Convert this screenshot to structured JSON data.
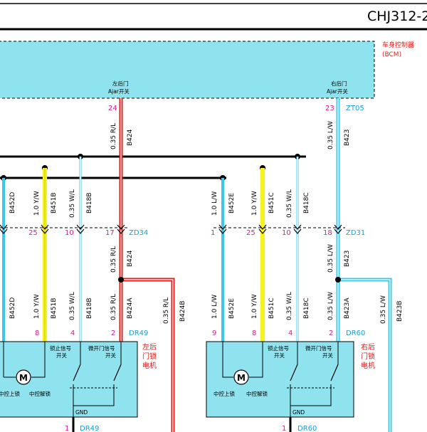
{
  "header": {
    "title": "CHJ312-2"
  },
  "bcm": {
    "label_line1": "车身控制器",
    "label_line2": "(BCM)",
    "left_port_line1": "左后门",
    "left_port_line2": "Ajar开关",
    "right_port_line1": "右后门",
    "right_port_line2": "Ajar开关"
  },
  "pins": {
    "bcm_left_pin": "24",
    "bcm_right_pin": "23",
    "bcm_right_conn": "ZT05",
    "zd34_conn": "ZD34",
    "zd31_conn": "ZD31",
    "left_pin_25": "25",
    "left_pin_10": "10",
    "left_pin_17": "17",
    "right_pin_1": "1",
    "right_pin_25": "25",
    "right_pin_10": "10",
    "right_pin_18": "18",
    "dr49_conn": "DR49",
    "dr60_conn": "DR60",
    "left_motor_pin_8": "8",
    "left_motor_pin_4": "4",
    "left_motor_pin_2": "2",
    "right_motor_pin_9": "9",
    "right_motor_pin_8": "8",
    "right_motor_pin_4": "4",
    "right_motor_pin_2": "2",
    "left_gnd_pin": "1",
    "right_gnd_pin": "1",
    "left_gnd_conn": "DR49",
    "right_gnd_conn": "DR60"
  },
  "wires": {
    "w_035rl_top": "0.35 R/L",
    "w_b424_top": "B424",
    "w_035lw_top": "0.35 L/W",
    "w_b423_top": "B423",
    "w_b452d": "B452D",
    "w_10yw_l_upper": "1.0 Y/W",
    "w_b451b_upper": "B451B",
    "w_035wl_l_upper": "0.35 W/L",
    "w_b418b_upper": "B418B",
    "w_10lw_r_upper": "1.0 L/W",
    "w_b452e_upper": "B452E",
    "w_10yw_r_upper": "1.0 Y/W",
    "w_b451c_upper": "B451C",
    "w_035wl_r_upper": "0.35 W/L",
    "w_b418c_upper": "B418C",
    "w_035rl_mid": "0.35 R/L",
    "w_b424_mid": "B424",
    "w_035lw_mid": "0.35 L/W",
    "w_b423_mid": "B423",
    "w_b452d_lower": "B452D",
    "w_10yw_l_lower": "1.0 Y/W",
    "w_b451b_lower": "B451B",
    "w_035wl_l_lower": "0.35 W/L",
    "w_b418b_lower": "B418B",
    "w_035rl_lower": "0.35 R/L",
    "w_b424a": "B424A",
    "w_035rl_branch": "0.35 R/L",
    "w_b424b": "B424B",
    "w_10lw_r_lower": "1.0 L/W",
    "w_b452e_lower": "B452E",
    "w_10yw_r_lower": "1.0 Y/W",
    "w_b451c_lower": "B451C",
    "w_035wl_r_lower": "0.35 W/L",
    "w_b418c_lower": "B418C",
    "w_035lw_lower": "0.35 L/W",
    "w_b423a": "B423A",
    "w_035lw_branch": "0.35 L/W",
    "w_b423b": "B423B"
  },
  "left_motor": {
    "title_line1": "左后",
    "title_line2": "门锁",
    "title_line3": "电机",
    "lock_sig_line1": "锁止信号",
    "lock_sig_line2": "开关",
    "ajar_sig_line1": "微开门信号",
    "ajar_sig_line2": "开关",
    "central_lock": "中控上锁",
    "central_unlock": "中控解锁",
    "gnd": "GND",
    "motor_symbol": "M"
  },
  "right_motor": {
    "title_line1": "右后",
    "title_line2": "门锁",
    "title_line3": "电机",
    "lock_sig_line1": "锁止信号",
    "lock_sig_line2": "开关",
    "ajar_sig_line1": "微开门信号",
    "ajar_sig_line2": "开关",
    "central_lock": "中控上锁",
    "central_unlock": "中控解锁",
    "gnd": "GND",
    "motor_symbol": "M"
  },
  "colors": {
    "cyan_fill": "#8fe3ee",
    "wire_cyan": "#3cc8e8",
    "wire_yellow": "#f6f21c",
    "wire_red": "#e21b1b",
    "pin_magenta": "#d81b8c",
    "conn_cyan": "#1aa0d8",
    "label_red": "#e21b1b"
  }
}
